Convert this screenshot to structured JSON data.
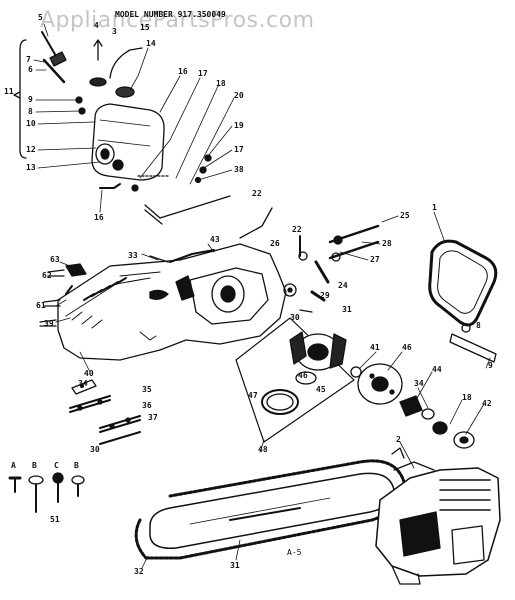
{
  "header": {
    "watermark": "AppliancePartsPros.com",
    "model_number": "MODEL NUMBER 917.350049"
  },
  "sheet_label": "A-5",
  "colors": {
    "ink": "#111111",
    "watermark": "#999999"
  },
  "callouts": [
    {
      "id": "c5",
      "text": "5"
    },
    {
      "id": "c4",
      "text": "4"
    },
    {
      "id": "c3",
      "text": "3"
    },
    {
      "id": "c7",
      "text": "7"
    },
    {
      "id": "c6",
      "text": "6"
    },
    {
      "id": "c11",
      "text": "11"
    },
    {
      "id": "c9",
      "text": "9"
    },
    {
      "id": "c8",
      "text": "8"
    },
    {
      "id": "c10",
      "text": "10"
    },
    {
      "id": "c12",
      "text": "12"
    },
    {
      "id": "c13",
      "text": "13"
    },
    {
      "id": "c14",
      "text": "14"
    },
    {
      "id": "c15",
      "text": "15"
    },
    {
      "id": "c16",
      "text": "16"
    },
    {
      "id": "c17",
      "text": "17"
    },
    {
      "id": "c18",
      "text": "18"
    },
    {
      "id": "c20",
      "text": "20"
    },
    {
      "id": "c19",
      "text": "19"
    },
    {
      "id": "c17b",
      "text": "17"
    },
    {
      "id": "c38",
      "text": "38"
    },
    {
      "id": "c16b",
      "text": "16"
    },
    {
      "id": "c22",
      "text": "22"
    },
    {
      "id": "c1",
      "text": "1"
    },
    {
      "id": "c25",
      "text": "25"
    },
    {
      "id": "c28",
      "text": "28"
    },
    {
      "id": "c27",
      "text": "27"
    },
    {
      "id": "c43",
      "text": "43"
    },
    {
      "id": "c33",
      "text": "33"
    },
    {
      "id": "c26",
      "text": "26"
    },
    {
      "id": "c22b",
      "text": "22"
    },
    {
      "id": "c24",
      "text": "24"
    },
    {
      "id": "c29",
      "text": "29"
    },
    {
      "id": "c30",
      "text": "30"
    },
    {
      "id": "c31",
      "text": "31"
    },
    {
      "id": "c63",
      "text": "63"
    },
    {
      "id": "c62",
      "text": "62"
    },
    {
      "id": "c61",
      "text": "61"
    },
    {
      "id": "c39",
      "text": "39"
    },
    {
      "id": "c40",
      "text": "40"
    },
    {
      "id": "c34",
      "text": "34"
    },
    {
      "id": "c35",
      "text": "35"
    },
    {
      "id": "c36",
      "text": "36"
    },
    {
      "id": "c37",
      "text": "37"
    },
    {
      "id": "c30b",
      "text": "30"
    },
    {
      "id": "c46",
      "text": "46"
    },
    {
      "id": "c45",
      "text": "45"
    },
    {
      "id": "c47",
      "text": "47"
    },
    {
      "id": "c41",
      "text": "41"
    },
    {
      "id": "c46b",
      "text": "46"
    },
    {
      "id": "c44",
      "text": "44"
    },
    {
      "id": "c34b",
      "text": "34"
    },
    {
      "id": "c18b",
      "text": "18"
    },
    {
      "id": "c42",
      "text": "42"
    },
    {
      "id": "c9b",
      "text": "9"
    },
    {
      "id": "c8b",
      "text": "8"
    },
    {
      "id": "c48",
      "text": "48"
    },
    {
      "id": "c2",
      "text": "2"
    },
    {
      "id": "cA",
      "text": "A"
    },
    {
      "id": "cB",
      "text": "B"
    },
    {
      "id": "cC",
      "text": "C"
    },
    {
      "id": "cB2",
      "text": "B"
    },
    {
      "id": "c51",
      "text": "51"
    },
    {
      "id": "c32",
      "text": "32"
    },
    {
      "id": "c31b",
      "text": "31"
    }
  ]
}
